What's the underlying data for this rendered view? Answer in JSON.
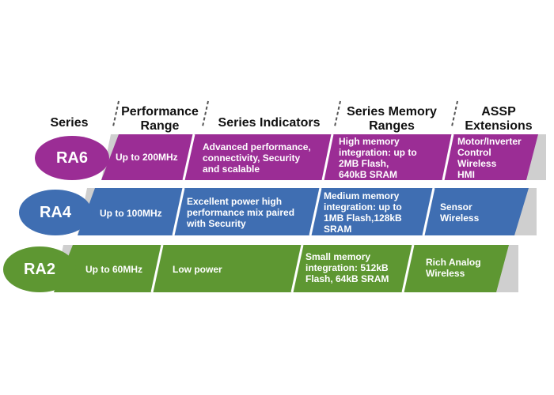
{
  "headers": {
    "series": "Series",
    "performance": "Performance\nRange",
    "indicators": "Series Indicators",
    "memory": "Series Memory\nRanges",
    "assp": "ASSP\nExtensions"
  },
  "colors": {
    "ra6": "#9b2d95",
    "ra4": "#3f6eb2",
    "ra2": "#5e9732",
    "shadow": "#cfcfcf",
    "divider": "#555555"
  },
  "rows": [
    {
      "series": "RA6",
      "performance": "Up to 200MHz",
      "indicators": "Advanced performance,\nconnectivity, Security\nand scalable",
      "memory": "High memory\nintegration: up to\n2MB Flash,\n640kB SRAM",
      "assp": "Motor/Inverter\nControl\nWireless\nHMI"
    },
    {
      "series": "RA4",
      "performance": "Up to 100MHz",
      "indicators": "Excellent power high\nperformance mix paired\nwith Security",
      "memory": "Medium memory\nintegration: up to\n1MB Flash,128kB\nSRAM",
      "assp": "Sensor\nWireless"
    },
    {
      "series": "RA2",
      "performance": "Up to 60MHz",
      "indicators": "Low power",
      "memory": "Small memory\nintegration: 512kB\nFlash, 64kB SRAM",
      "assp": "Rich Analog\nWireless"
    }
  ]
}
